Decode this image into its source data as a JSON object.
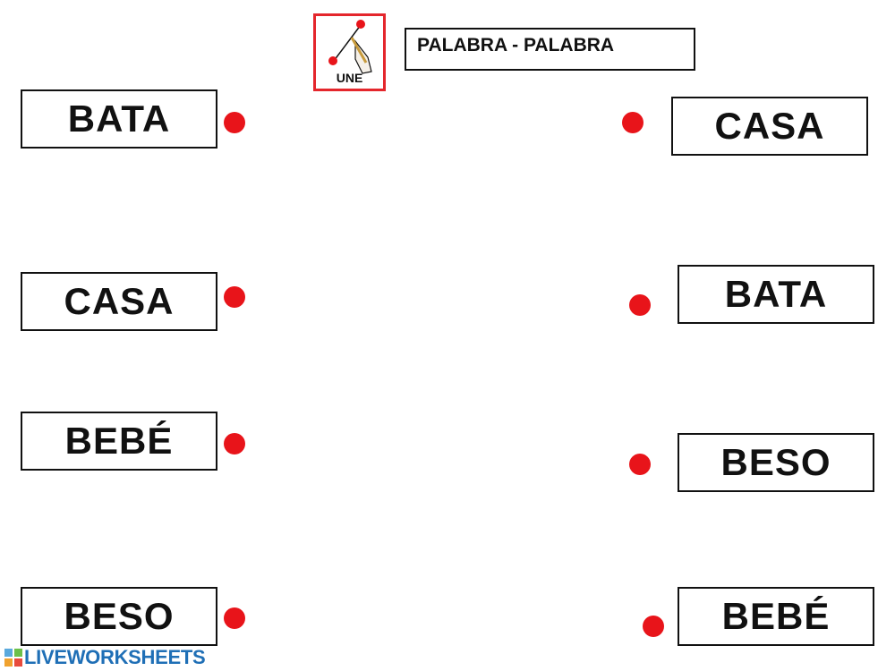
{
  "header": {
    "icon_label": "UNE",
    "title": "PALABRA - PALABRA"
  },
  "left_words": [
    "BATA",
    "CASA",
    "BEBÉ",
    "BESO"
  ],
  "right_words": [
    "CASA",
    "BATA",
    "BESO",
    "BEBÉ"
  ],
  "footer": {
    "brand": "LIVEWORKSHEETS"
  },
  "colors": {
    "dot": "#e8141a",
    "icon_border": "#e4262c",
    "brand": "#1f6fb6"
  }
}
